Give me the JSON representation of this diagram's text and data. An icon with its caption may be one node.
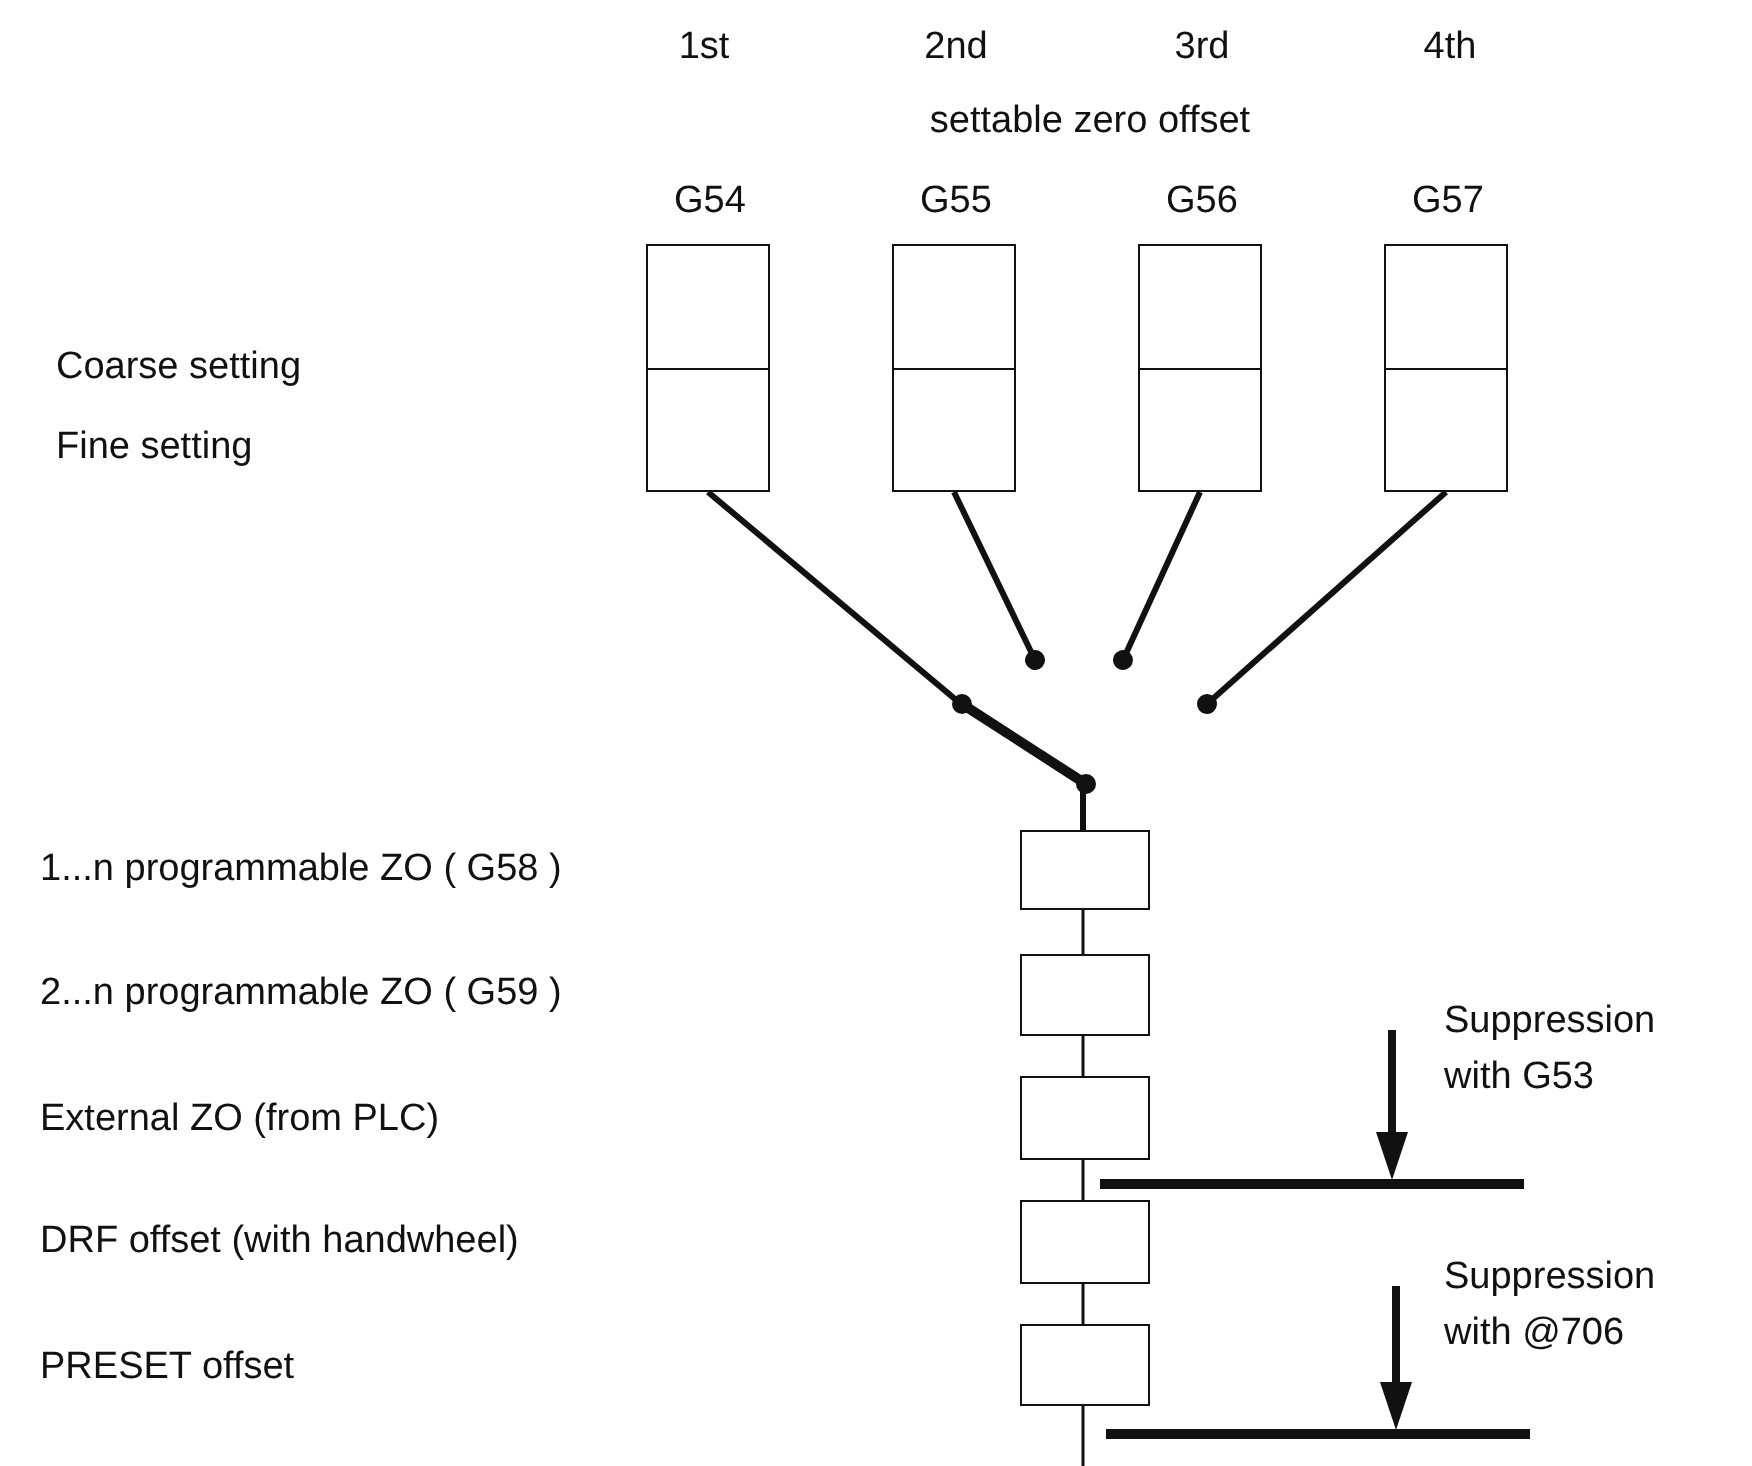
{
  "diagram": {
    "nodes": [
      {
        "text": [
          "G54"
        ]
      },
      {
        "text": [
          "G55"
        ]
      },
      {
        "text": [
          "G56"
        ]
      },
      {
        "text": [
          "G57"
        ]
      },
      {
        "text": [],
        "shape": "box"
      },
      {
        "text": [],
        "shape": "box"
      },
      {
        "text": [],
        "shape": "box"
      },
      {
        "text": [],
        "shape": "box"
      },
      {
        "text": [],
        "shape": "box"
      }
    ],
    "edges": [
      {
        "from": 0,
        "to": 4,
        "arrow": "none",
        "style": "thick"
      },
      {
        "from": 1,
        "to": 4,
        "arrow": "other",
        "style": "thick"
      },
      {
        "from": 2,
        "to": 4,
        "arrow": "other",
        "style": "thick"
      },
      {
        "from": 3,
        "to": 4,
        "arrow": "other",
        "style": "thick"
      },
      {
        "from": 4,
        "to": 5,
        "arrow": "none"
      },
      {
        "from": 5,
        "to": 6,
        "arrow": "none"
      },
      {
        "from": 6,
        "to": 7,
        "arrow": "none"
      },
      {
        "from": 7,
        "to": 8,
        "arrow": "none"
      },
      {
        "from": 8,
        "to": null,
        "arrow": "none"
      }
    ],
    "labels": [
      "1st",
      "2nd",
      "3rd",
      "4th",
      "settable zero offset",
      "Coarse setting",
      "Fine setting",
      "1...n programmable ZO ( G58 )",
      "2...n programmable ZO  ( G59 )",
      "Suppression with G53",
      "External ZO (from PLC)",
      "DRF offset (with handwheel)",
      "Suppression with @706",
      "PRESET offset"
    ]
  }
}
